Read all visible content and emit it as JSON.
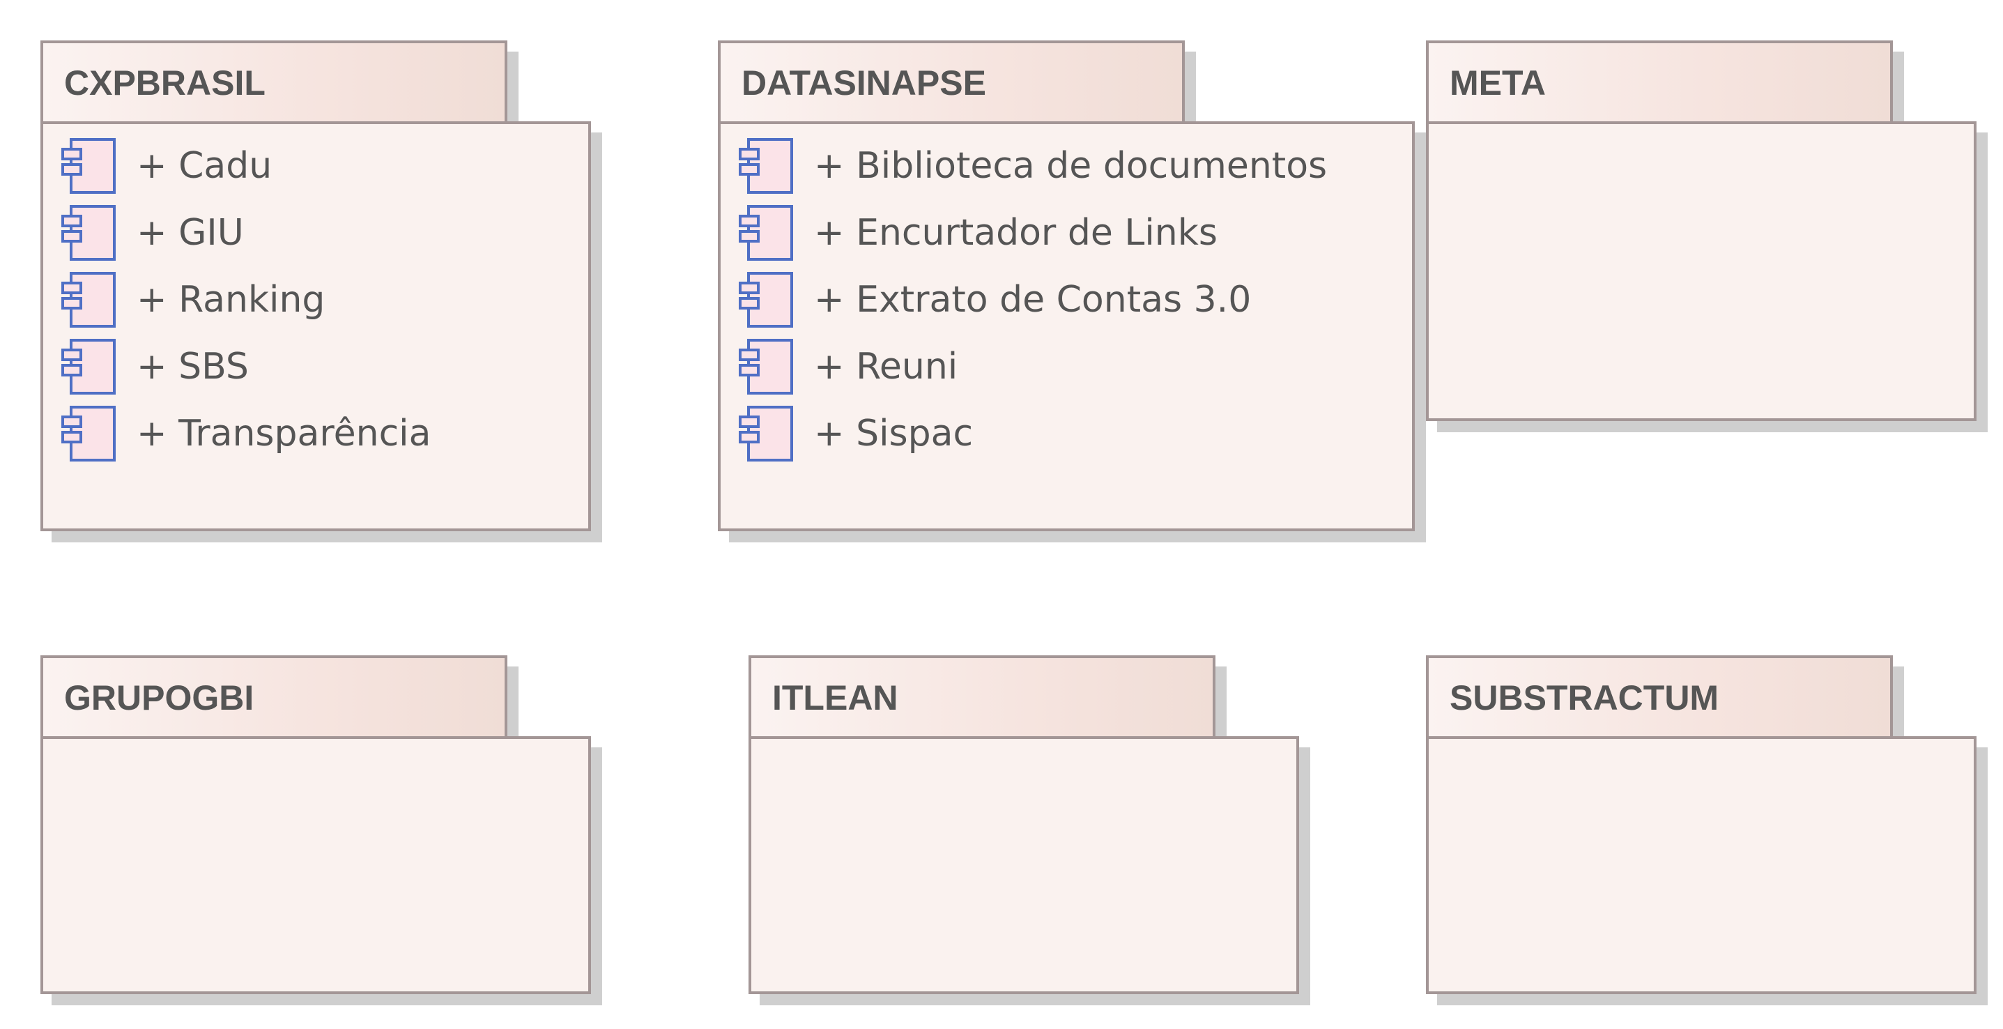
{
  "packages": [
    {
      "name": "CXPBRASIL",
      "items": [
        "+ Cadu",
        "+ GIU",
        "+ Ranking",
        "+ SBS",
        "+ Transparência"
      ]
    },
    {
      "name": "DATASINAPSE",
      "items": [
        "+ Biblioteca de documentos",
        "+ Encurtador de Links",
        "+ Extrato de Contas 3.0",
        "+ Reuni",
        "+ Sispac"
      ]
    },
    {
      "name": "META",
      "items": []
    },
    {
      "name": "GRUPOGBI",
      "items": []
    },
    {
      "name": "ITLEAN",
      "items": []
    },
    {
      "name": "SUBSTRACTUM",
      "items": []
    }
  ],
  "icons": {
    "component": "component-icon"
  },
  "colors": {
    "border": "#a39696",
    "fill": "#faf2ef",
    "icon_stroke": "#4f6fc5",
    "icon_fill": "#fbe3e8",
    "text": "#555555"
  }
}
